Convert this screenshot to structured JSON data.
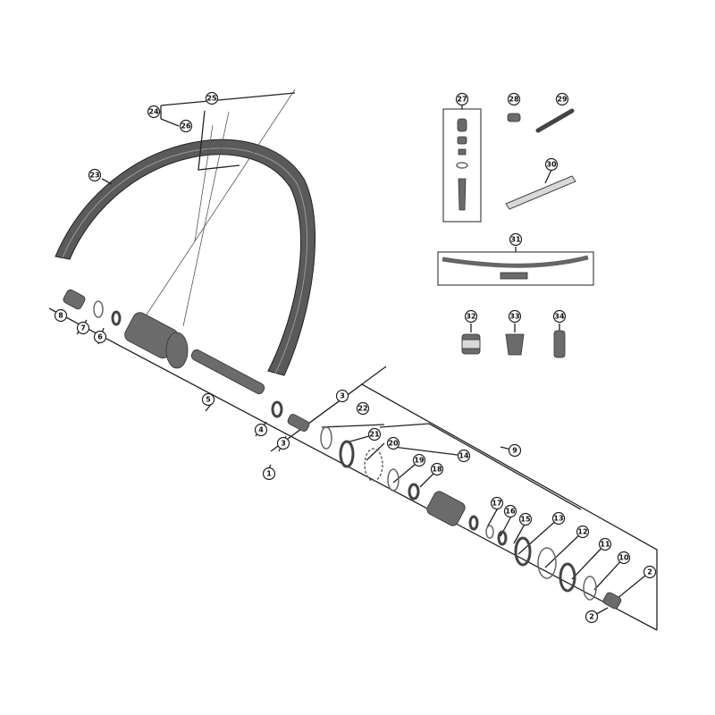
{
  "diagram": {
    "type": "exploded-parts-view",
    "callouts": [
      {
        "id": "c1",
        "label": "1"
      },
      {
        "id": "c2a",
        "label": "2"
      },
      {
        "id": "c2b",
        "label": "2"
      },
      {
        "id": "c3a",
        "label": "3"
      },
      {
        "id": "c3b",
        "label": "3"
      },
      {
        "id": "c4",
        "label": "4"
      },
      {
        "id": "c5",
        "label": "5"
      },
      {
        "id": "c6",
        "label": "6"
      },
      {
        "id": "c7",
        "label": "7"
      },
      {
        "id": "c8",
        "label": "8"
      },
      {
        "id": "c9",
        "label": "9"
      },
      {
        "id": "c10",
        "label": "10"
      },
      {
        "id": "c11",
        "label": "11"
      },
      {
        "id": "c12",
        "label": "12"
      },
      {
        "id": "c13",
        "label": "13"
      },
      {
        "id": "c14",
        "label": "14"
      },
      {
        "id": "c15",
        "label": "15"
      },
      {
        "id": "c16",
        "label": "16"
      },
      {
        "id": "c17",
        "label": "17"
      },
      {
        "id": "c18",
        "label": "18"
      },
      {
        "id": "c19",
        "label": "19"
      },
      {
        "id": "c20",
        "label": "20"
      },
      {
        "id": "c21",
        "label": "21"
      },
      {
        "id": "c22",
        "label": "22"
      },
      {
        "id": "c23",
        "label": "23"
      },
      {
        "id": "c24",
        "label": "24"
      },
      {
        "id": "c25",
        "label": "25"
      },
      {
        "id": "c26",
        "label": "26"
      },
      {
        "id": "c27",
        "label": "27"
      },
      {
        "id": "c28",
        "label": "28"
      },
      {
        "id": "c29",
        "label": "29"
      },
      {
        "id": "c30",
        "label": "30"
      },
      {
        "id": "c31",
        "label": "31"
      },
      {
        "id": "c32",
        "label": "32"
      },
      {
        "id": "c33",
        "label": "33"
      },
      {
        "id": "c34",
        "label": "34"
      }
    ]
  }
}
